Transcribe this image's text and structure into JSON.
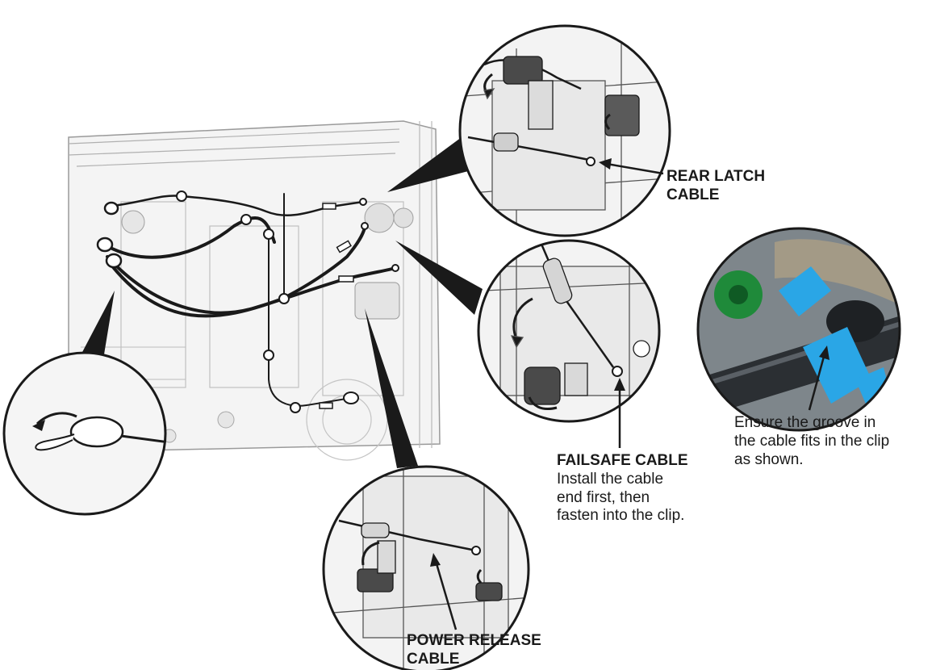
{
  "labels": {
    "rear_latch": {
      "title_line1": "REAR LATCH",
      "title_line2": "CABLE"
    },
    "failsafe": {
      "title": "FAILSAFE CABLE",
      "line1": "Install the cable",
      "line2": "end first, then",
      "line3": "fasten into the clip."
    },
    "photo_note": {
      "line1": "Ensure the groove in",
      "line2": "the cable fits in the clip",
      "line3": "as shown."
    },
    "power_release": {
      "title_line1": "POWER RELEASE",
      "title_line2": "CABLE"
    }
  },
  "colors": {
    "line_art": "#1a1a1a",
    "panel_fill": "#f2f2f2",
    "clip_blue": "#2aa6e6",
    "photo_bg": "#6d7479",
    "grommet_green": "#1f8a3a"
  },
  "icons": {
    "arrow": "callout-arrow-icon",
    "rotate": "rotate-arrow-icon"
  }
}
